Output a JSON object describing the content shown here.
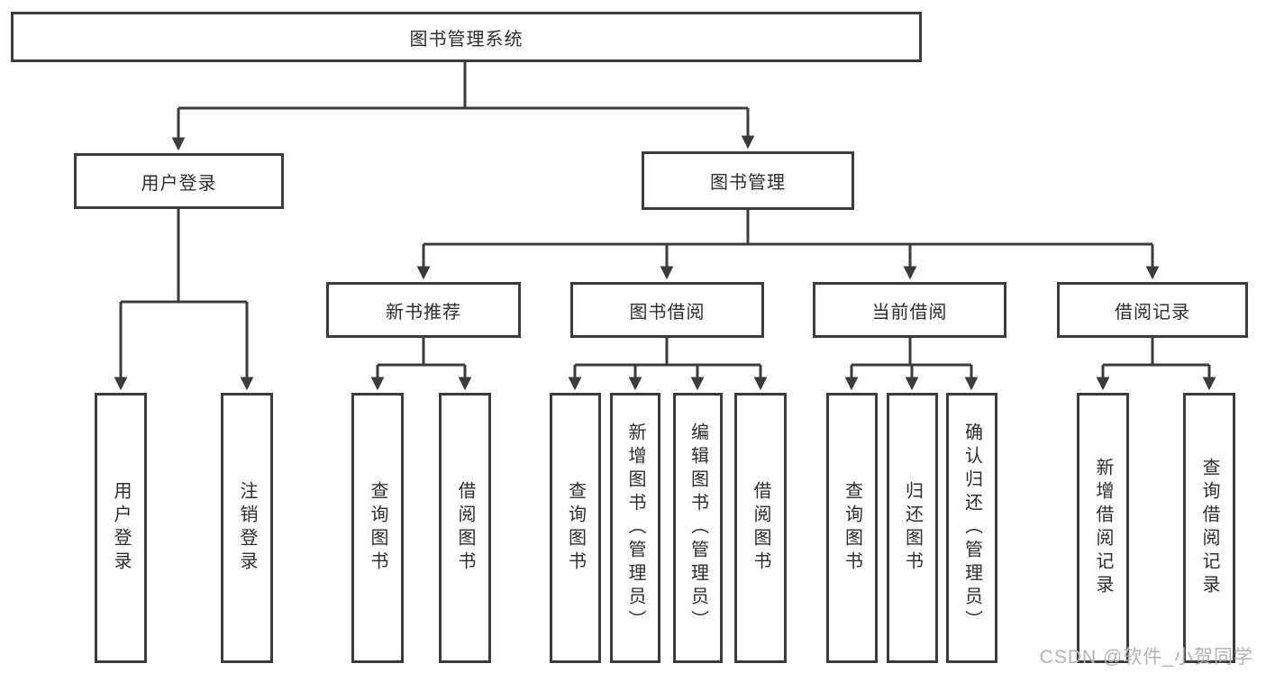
{
  "colors": {
    "line_color": "#3b3b3b",
    "text_color": "#2d2d2d",
    "watermark_color": "#b2b2b2",
    "background": "#ffffff"
  },
  "tree": {
    "root": {
      "label": "图书管理系统",
      "children": [
        {
          "label": "用户登录",
          "children": [
            {
              "label": "用户登录"
            },
            {
              "label": "注销登录"
            }
          ]
        },
        {
          "label": "图书管理",
          "children": [
            {
              "label": "新书推荐",
              "children": [
                {
                  "label": "查询图书"
                },
                {
                  "label": "借阅图书"
                }
              ]
            },
            {
              "label": "图书借阅",
              "children": [
                {
                  "label": "查询图书"
                },
                {
                  "label": "新增图书（管理员）"
                },
                {
                  "label": "编辑图书（管理员）"
                },
                {
                  "label": "借阅图书"
                }
              ]
            },
            {
              "label": "当前借阅",
              "children": [
                {
                  "label": "查询图书"
                },
                {
                  "label": "归还图书"
                },
                {
                  "label": "确认归还（管理员）"
                }
              ]
            },
            {
              "label": "借阅记录",
              "children": [
                {
                  "label": "新增借阅记录"
                },
                {
                  "label": "查询借阅记录"
                }
              ]
            }
          ]
        }
      ]
    }
  },
  "watermark": {
    "text": "CSDN @软件_小贺同学"
  }
}
